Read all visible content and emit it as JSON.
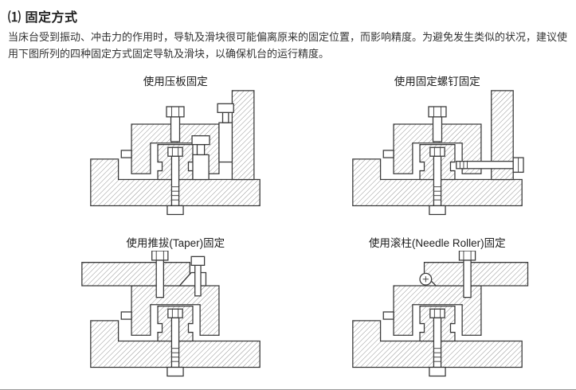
{
  "page": {
    "title": "⑴ 固定方式",
    "paragraph": "当床台受到振动、冲击力的作用时，导轨及滑块很可能偏离原来的固定位置，而影响精度。为避免发生类似的状况，建议使用下图所列的四种固定方式固定导轨及滑块，以确保机台的运行精度。"
  },
  "figures": [
    {
      "label": "使用压板固定"
    },
    {
      "label": "使用固定螺钉固定"
    },
    {
      "label": "使用推拔(Taper)固定"
    },
    {
      "label": "使用滚柱(Needle Roller)固定"
    }
  ]
}
